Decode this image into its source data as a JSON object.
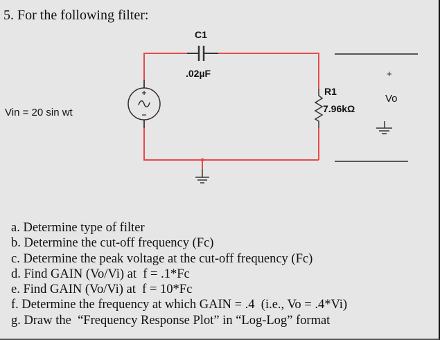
{
  "heading": "5. For the following filter:",
  "input_label": "Vin = 20 sin wt",
  "circuit": {
    "capacitor": {
      "name": "C1",
      "value": ".02µF"
    },
    "resistor": {
      "name": "R1",
      "value": "7.96kΩ"
    },
    "source": {
      "type": "ac-voltage-source",
      "plus": "+",
      "minus": "−"
    },
    "output": {
      "plus": "+",
      "label": "Vo"
    },
    "wire_color": "#e84a4a",
    "component_color": "#333333"
  },
  "questions": [
    "a. Determine type of filter",
    "b. Determine the cut-off frequency (Fc)",
    "c. Determine the peak voltage at the cut-off frequency (Fc)",
    "d. Find GAIN (Vo/Vi) at  f = .1*Fc",
    "e. Find GAIN (Vo/Vi) at  f = 10*Fc",
    "f. Determine the frequency at which GAIN = .4  (i.e., Vo = .4*Vi)",
    "g. Draw the  “Frequency Response Plot” in “Log-Log” format"
  ]
}
